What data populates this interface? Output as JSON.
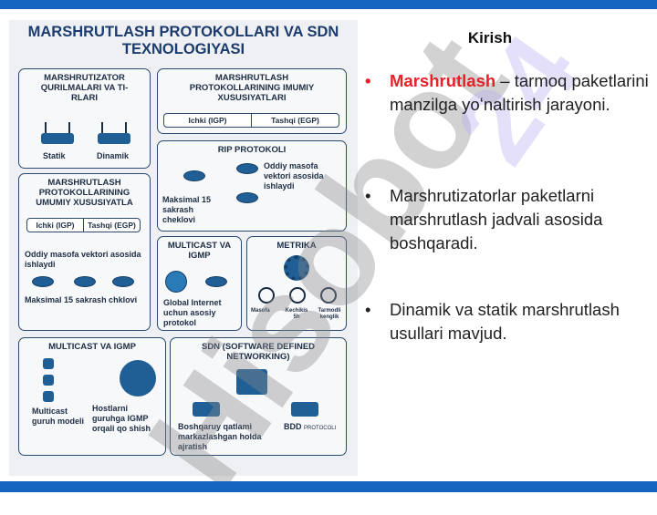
{
  "slide": {
    "title": "Kirish",
    "bullets": [
      {
        "term": "Marshrutlash",
        "rest": " – tarmoq paketlarini manzilga yoʻnaltirish jarayoni."
      },
      {
        "text": "Marshrutizatorlar paketlarni marshrutlash jadvali asosida boshqaradi."
      },
      {
        "text": "Dinamik va statik marshrutlash usullari mavjud."
      }
    ],
    "accent": "#1565c0",
    "term_color": "#e8202a"
  },
  "infographic": {
    "title": "MARSHRUTLASH PROTOKOLLARI VA SDN TEXNOLOGIYASI",
    "devices": {
      "heading": "MARSHRUTIZATOR QURILMALARI VA TI-RLARI",
      "static": "Statik",
      "dynamic": "Dinamik"
    },
    "general_top": {
      "heading": "MARSHRUTLASH PROTOKOLLARINING IMUMIY XUSUSIYATLARI",
      "igp": "Ichki (IGP)",
      "egp": "Tashqi (EGP)"
    },
    "rip": {
      "heading": "RIP PROTOKOLI",
      "desc": "Oddiy masofa vektori asosida ishlaydi",
      "limit": "Maksimal 15 sakrash cheklovi"
    },
    "general_left": {
      "heading": "MARSHRUTLASH PROTOKOLLARINING UMUMIY XUSUSIYATLA",
      "igp": "Ichki (IGP)",
      "egp": "Tashqi (EGP)",
      "desc": "Oddiy masofa vektori asosida ishlaydi",
      "limit": "Maksimal 15 sakrash chklovi"
    },
    "multicast_small": {
      "heading": "MULTICAST VA IGMP",
      "desc": "Global Internet uchun asosiy protokol"
    },
    "metrika": {
      "heading": "METRIKA",
      "m1": "Masofa",
      "m2": "Kechikis 5h",
      "m3": "Tarmodli kenglik"
    },
    "multicast": {
      "heading": "MULTICAST VA IGMP",
      "model": "Multicast guruh modeli",
      "hosts": "Hostlarni guruhga IGMP orqali qo shish"
    },
    "sdn": {
      "heading": "SDN (SOFTWARE DEFINED NETWORKING)",
      "control": "Boshqaruy qatlami markazlashgan holda ajratish",
      "bdd": "BDD",
      "bdd_small": "PROTOCOLI"
    }
  },
  "watermark": {
    "text": "Hisobot",
    "num": "24"
  }
}
